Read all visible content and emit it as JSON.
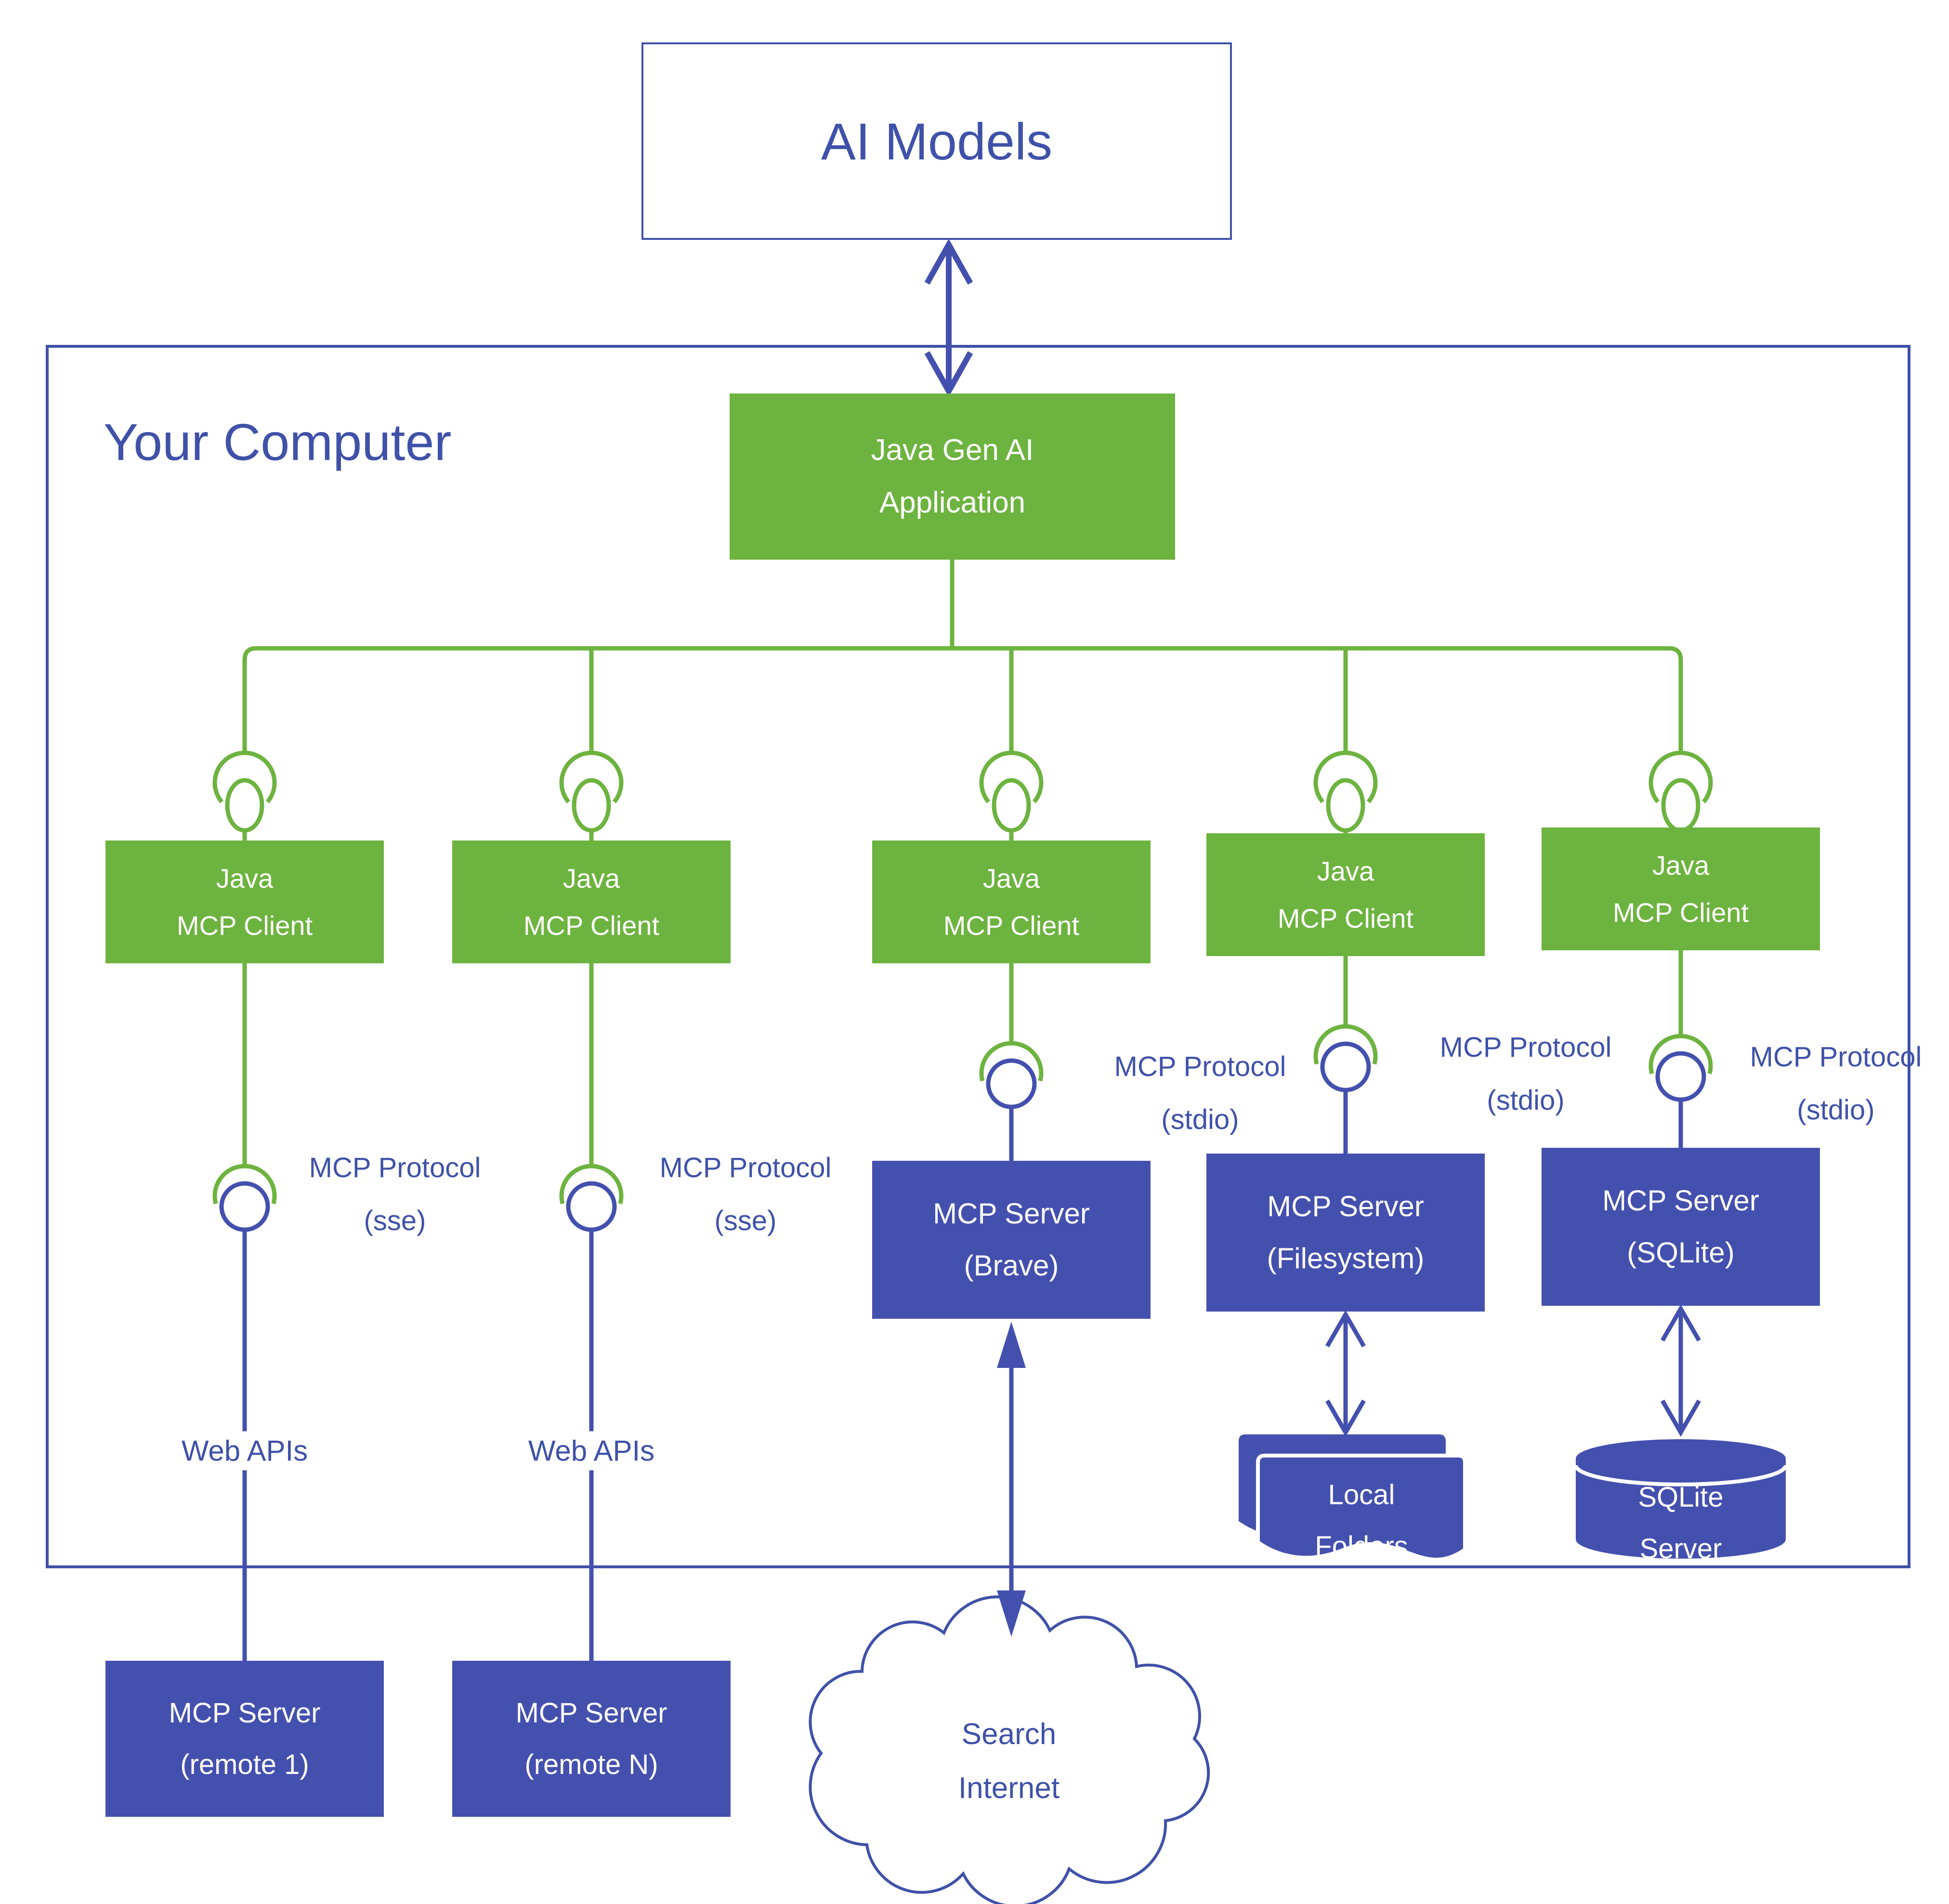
{
  "title": "AI Models",
  "computer_label": "Your Computer",
  "app": {
    "line1": "Java Gen AI",
    "line2": "Application"
  },
  "clients": [
    {
      "line1": "Java",
      "line2": "MCP Client"
    },
    {
      "line1": "Java",
      "line2": "MCP Client"
    },
    {
      "line1": "Java",
      "line2": "MCP Client"
    },
    {
      "line1": "Java",
      "line2": "MCP Client"
    },
    {
      "line1": "Java",
      "line2": "MCP Client"
    }
  ],
  "protocols": [
    {
      "line1": "MCP Protocol",
      "line2": "(sse)"
    },
    {
      "line1": "MCP Protocol",
      "line2": "(sse)"
    },
    {
      "line1": "MCP Protocol",
      "line2": "(stdio)"
    },
    {
      "line1": "MCP Protocol",
      "line2": "(stdio)"
    },
    {
      "line1": "MCP Protocol",
      "line2": "(stdio)"
    }
  ],
  "web_apis": [
    "Web APIs",
    "Web APIs"
  ],
  "servers": [
    {
      "line1": "MCP Server",
      "line2": "(Brave)"
    },
    {
      "line1": "MCP Server",
      "line2": "(Filesystem)"
    },
    {
      "line1": "MCP Server",
      "line2": "(SQLite)"
    }
  ],
  "remotes": [
    {
      "line1": "MCP Server",
      "line2": "(remote 1)"
    },
    {
      "line1": "MCP Server",
      "line2": "(remote N)"
    }
  ],
  "storage": {
    "folders": {
      "line1": "Local",
      "line2": "Folders"
    },
    "sqlite": {
      "line1": "SQLite",
      "line2": "Server"
    }
  },
  "cloud": {
    "line1": "Search",
    "line2": "Internet"
  },
  "icons": {
    "interface_symbol": "ball-and-socket-connector",
    "folders": "stacked-documents",
    "database": "cylinder",
    "internet": "cloud"
  },
  "colors": {
    "green": "#6DB33F",
    "blue": "#4450AE",
    "ink": "#3F51A8"
  }
}
